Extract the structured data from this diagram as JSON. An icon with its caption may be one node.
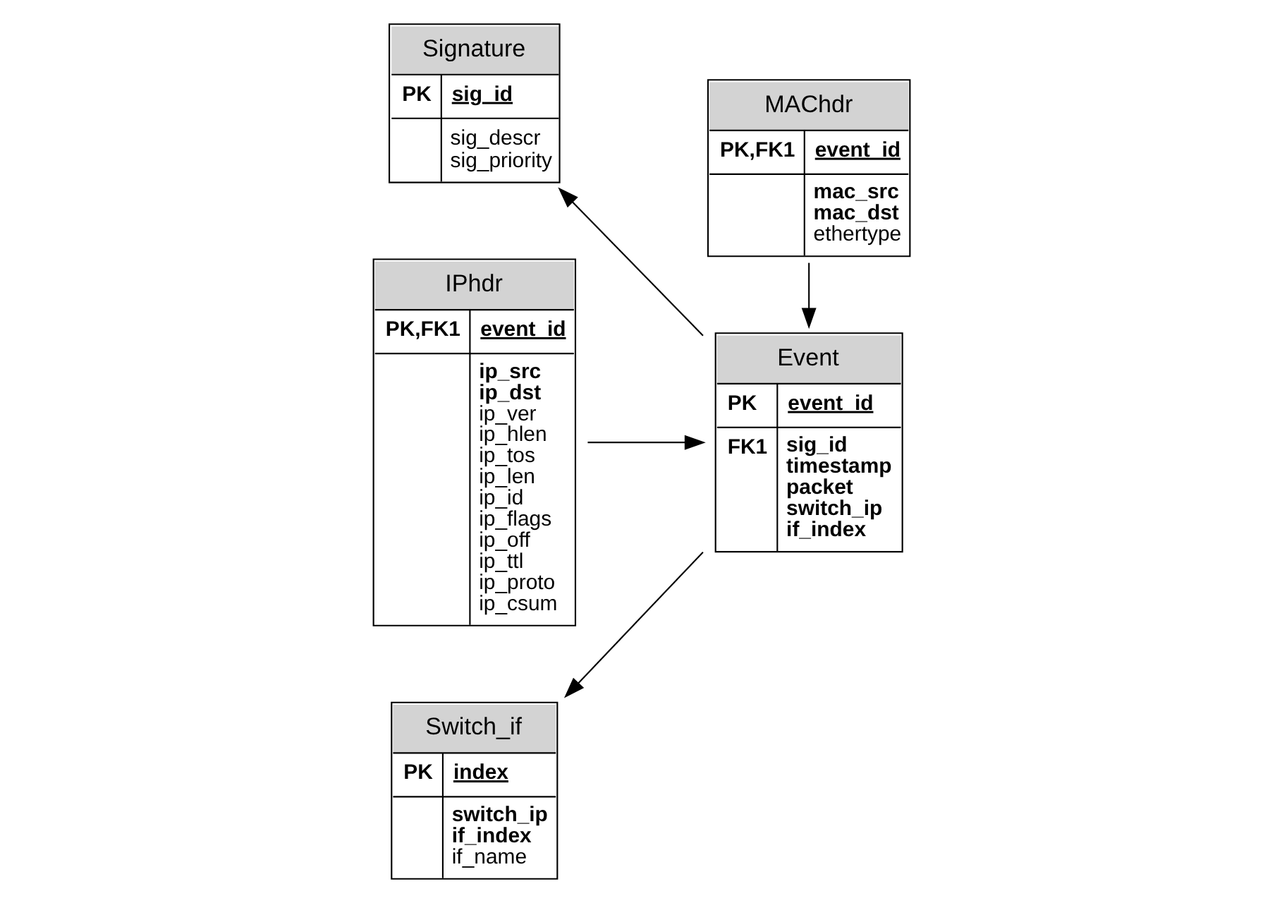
{
  "diagram": {
    "nodes": [
      {
        "text": [
          "Event",
          "PK",
          "event_id",
          "FK1",
          "**sig_id timestamp packet switch_ip if_index**"
        ]
      },
      {
        "text": [
          "Signature",
          "PK",
          "sig_id",
          "sig_descr sig_priority"
        ]
      },
      {
        "text": [
          "IPhdr",
          "PK,FK1",
          "event_id",
          "**ip_src ip_dst** ip_ver ip_hlen ip_tos ip_len ip_id ip_flags ip_off ip_ttl ip_proto ip_csum"
        ]
      },
      {
        "text": [
          "Switch_if",
          "PK",
          "index",
          "**switch_ip if_index** if_name"
        ]
      },
      {
        "text": [
          "MAChdr",
          "PK,FK1",
          "event_id",
          "**mac_src mac_dst** ethertype"
        ]
      }
    ],
    "edges": [
      {
        "from": 0,
        "to": 1,
        "arrow": "to"
      },
      {
        "from": 0,
        "to": 3,
        "arrow": "to"
      },
      {
        "from": 2,
        "to": 0,
        "arrow": "to"
      },
      {
        "from": 4,
        "to": 0,
        "arrow": "to"
      }
    ]
  }
}
